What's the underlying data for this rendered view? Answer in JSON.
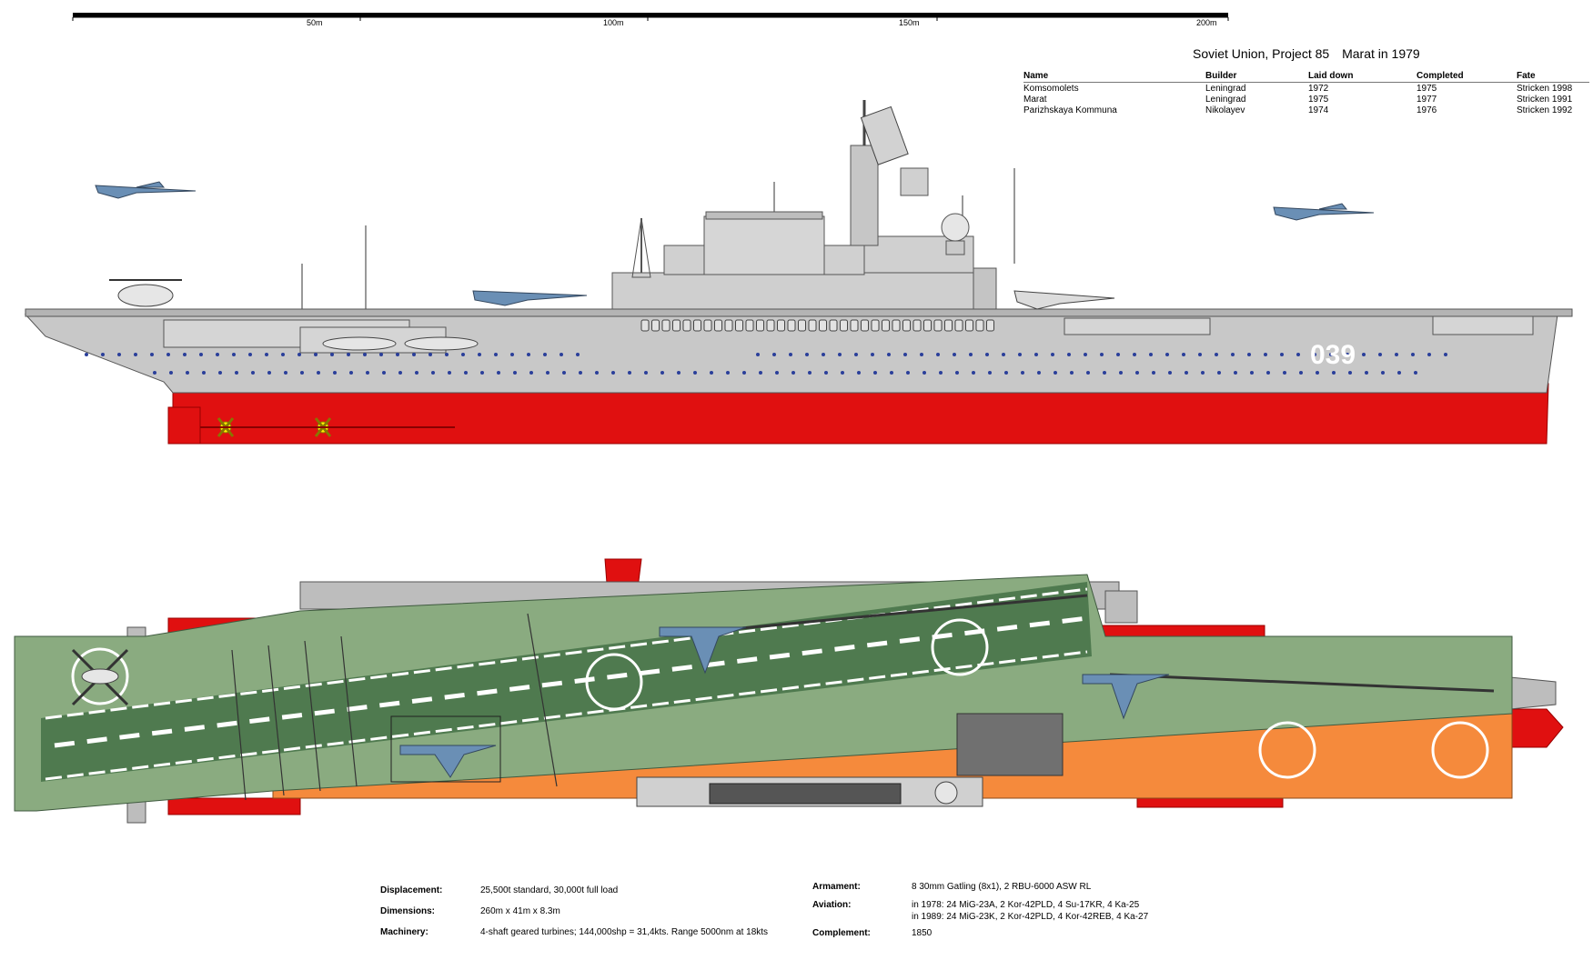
{
  "scale": {
    "labels": [
      "50m",
      "100m",
      "150m",
      "200m"
    ]
  },
  "title": {
    "nation_project": "Soviet Union, Project 85",
    "ship_date": "Marat in 1979"
  },
  "ships_table": {
    "headers": [
      "Name",
      "Builder",
      "Laid down",
      "Completed",
      "Fate"
    ],
    "rows": [
      [
        "Komsomolets",
        "Leningrad",
        "1972",
        "1975",
        "Stricken 1998"
      ],
      [
        "Marat",
        "Leningrad",
        "1975",
        "1977",
        "Stricken 1991"
      ],
      [
        "Parizhskaya Kommuna",
        "Nikolayev",
        "1974",
        "1976",
        "Stricken 1992"
      ]
    ]
  },
  "hull_number": "039",
  "specs": {
    "displacement_label": "Displacement:",
    "displacement": "25,500t standard, 30,000t full load",
    "dimensions_label": "Dimensions:",
    "dimensions": "260m x 41m x 8.3m",
    "machinery_label": "Machinery:",
    "machinery": "4-shaft geared turbines; 144,000shp = 31,4kts. Range 5000nm at 18kts",
    "armament_label": "Armament:",
    "armament": "8 30mm Gatling (8x1), 2 RBU-6000 ASW RL",
    "aviation_label": "Aviation:",
    "aviation_1978": "in 1978: 24 MiG-23A, 2 Kor-42PLD, 4 Su-17KR, 4 Ka-25",
    "aviation_1989": "in 1989: 24 MiG-23K, 2 Kor-42PLD, 4 Kor-42REB, 4 Ka-27",
    "complement_label": "Complement:",
    "complement": "1850"
  },
  "colors": {
    "hull_grey": "#c8c8c8",
    "hull_red": "#e01010",
    "deck_green": "#8aab80",
    "deck_dark_green": "#4f7a4f",
    "deck_orange": "#f58a3c",
    "aircraft_blue": "#6a8fb5",
    "porthole_blue": "#2a3f9a"
  }
}
